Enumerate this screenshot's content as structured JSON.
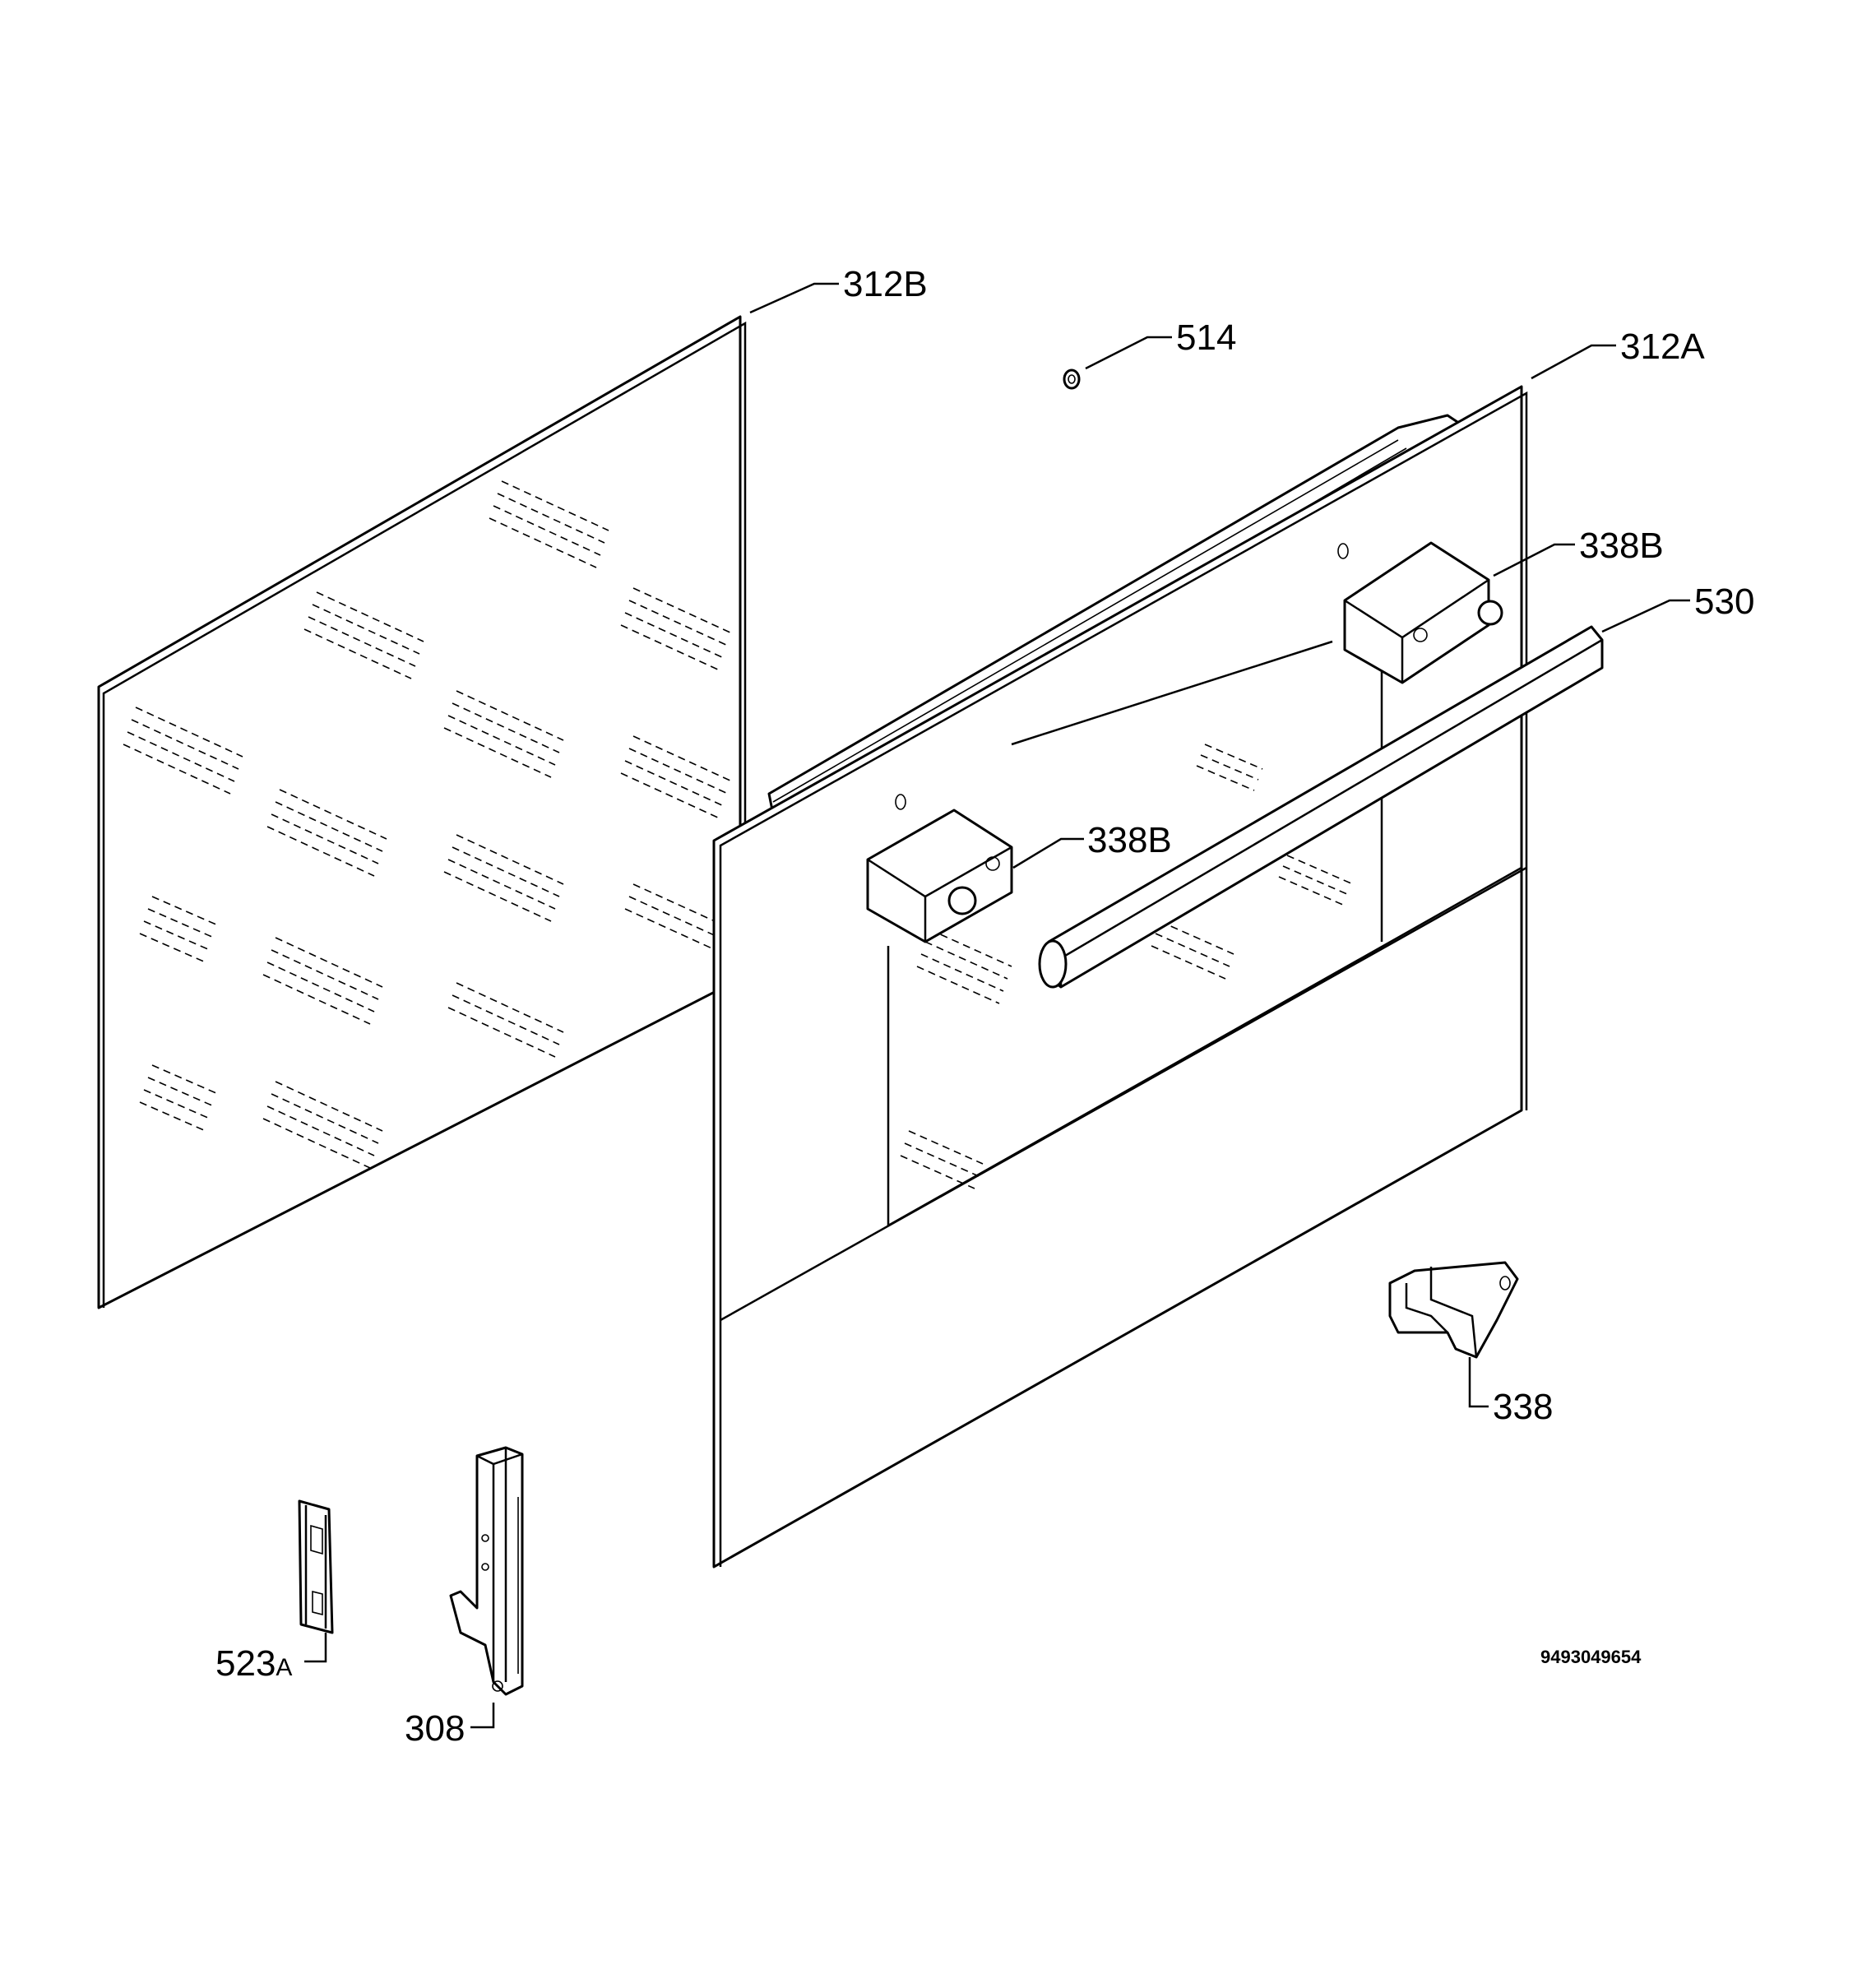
{
  "diagram": {
    "labels": {
      "glass_inner": "312B",
      "screw": "514",
      "door_outer": "312A",
      "support_top": "338B",
      "handle": "530",
      "support_left": "338B",
      "bracket": "338",
      "clip_left": "523",
      "clip_left_suffix": "A",
      "hinge": "308"
    },
    "document_number": "9493049654"
  }
}
